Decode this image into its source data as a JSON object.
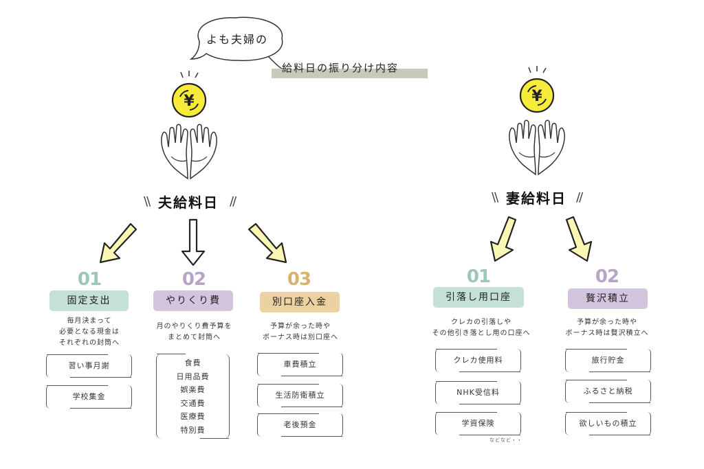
{
  "header": {
    "bubble_text": "よも夫婦の",
    "title": "給料日の振り分け内容"
  },
  "colors": {
    "coin": "#f7ec3a",
    "arrow_fill": "#faf6b4",
    "green": "#c5e1d6",
    "purple": "#d3c5dd",
    "orange": "#ecd2a2",
    "title_strip": "#c9c9bb"
  },
  "husband": {
    "title": "夫給料日",
    "columns": [
      {
        "num": "01",
        "label": "固定支出",
        "desc": [
          "毎月決まって",
          "必要となる現金は",
          "それぞれの封筒へ"
        ],
        "items": [
          "習い事月謝",
          "学校集金"
        ]
      },
      {
        "num": "02",
        "label": "やりくり費",
        "desc": [
          "月のやりくり費予算を",
          "まとめて封筒へ"
        ],
        "items": [
          "食費",
          "日用品費",
          "娯楽費",
          "交通費",
          "医療費",
          "特別費"
        ]
      },
      {
        "num": "03",
        "label": "別口座入金",
        "desc": [
          "予算が余った時や",
          "ボーナス時は別口座へ"
        ],
        "items": [
          "車費積立",
          "生活防衛積立",
          "老後預金"
        ]
      }
    ]
  },
  "wife": {
    "title": "妻給料日",
    "columns": [
      {
        "num": "01",
        "label": "引落し用口座",
        "desc": [
          "クレカの引落しや",
          "その他引き落とし用の口座へ"
        ],
        "items": [
          "クレカ使用料",
          "NHK受信料",
          "学資保険"
        ],
        "note": "などなど・・"
      },
      {
        "num": "02",
        "label": "贅沢積立",
        "desc": [
          "予算が余った時や",
          "ボーナス時は贅沢積立へ"
        ],
        "items": [
          "旅行貯金",
          "ふるさと納税",
          "欲しいもの積立"
        ]
      }
    ]
  }
}
